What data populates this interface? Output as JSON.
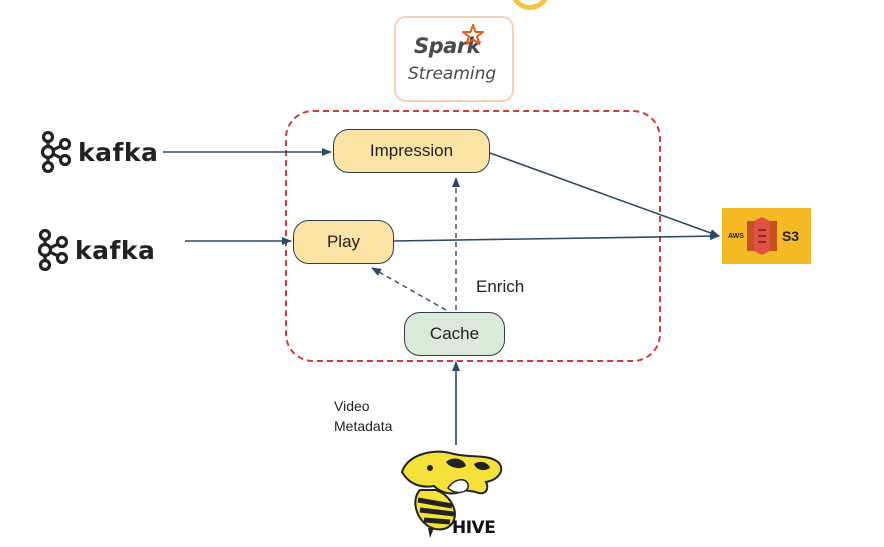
{
  "logos": {
    "spark_line1": "Spark",
    "spark_line2": "Streaming",
    "kafka_top_word": "kafka",
    "kafka_bottom_word": "kafka",
    "kafka_tm": "",
    "aws_label": "AWS",
    "s3_label": "S3",
    "hive_label": "HIVE"
  },
  "nodes": {
    "impression": "Impression",
    "play": "Play",
    "cache": "Cache"
  },
  "labels": {
    "enrich": "Enrich",
    "video_line1": "Video",
    "video_line2": "Metadata"
  },
  "colors": {
    "boundary": "#d23a3a",
    "node_yellow": "#fbe3a6",
    "node_green": "#dbe9d8",
    "arrow": "#2c4a66",
    "s3_orange": "#f5b923",
    "hive_yellow": "#f4e23a"
  }
}
